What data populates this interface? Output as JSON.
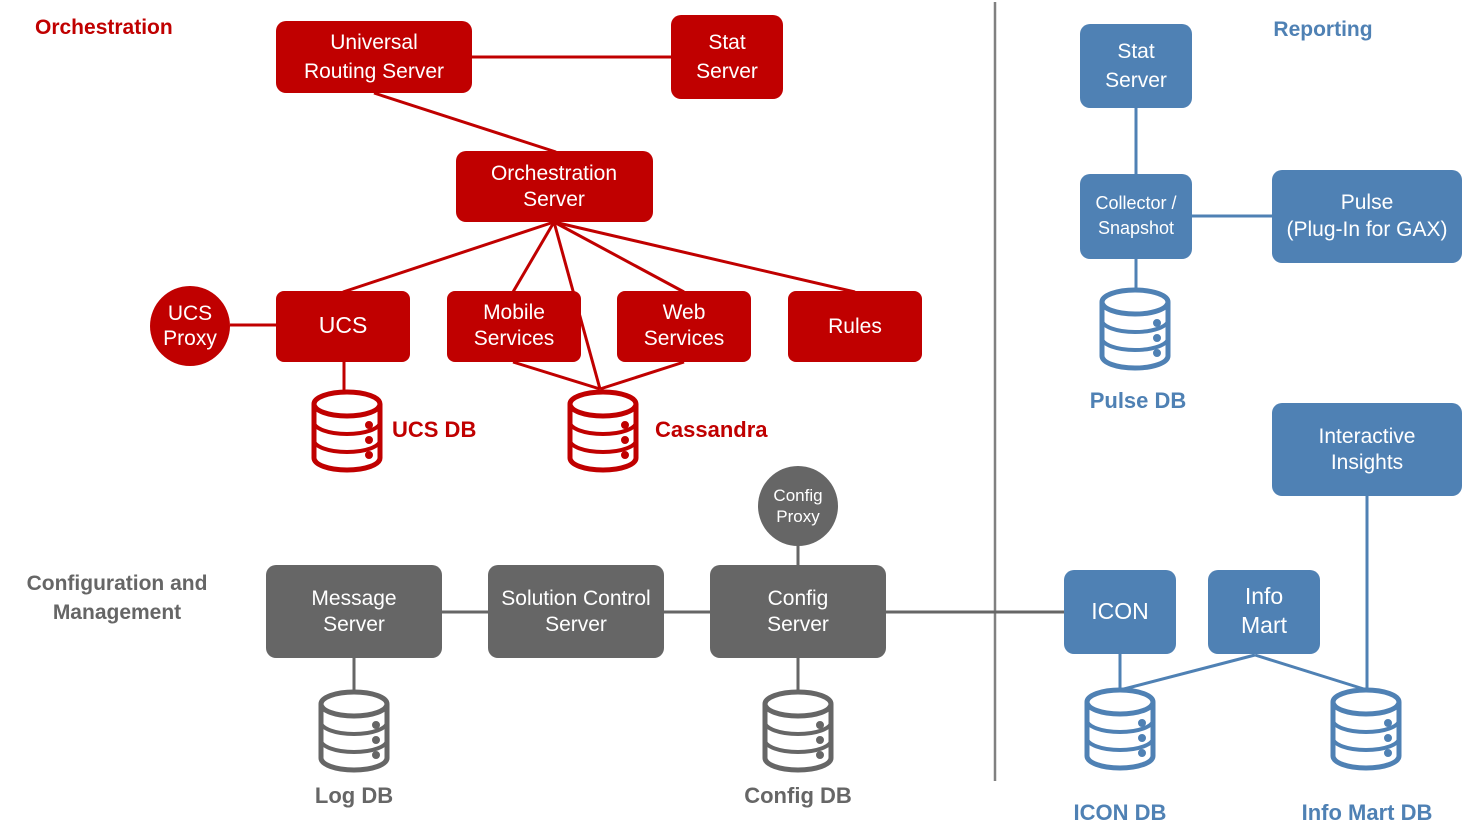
{
  "colors": {
    "orchestration": "#c00000",
    "config": "#666666",
    "reporting": "#4f81b4",
    "divider": "#808080",
    "text_on_node": "#ffffff"
  },
  "sections": {
    "orchestration": "Orchestration",
    "config_line1": "Configuration and",
    "config_line2": "Management",
    "reporting": "Reporting"
  },
  "orchestration": {
    "urs": [
      "Universal",
      "Routing Server"
    ],
    "stat_server": [
      "Stat",
      "Server"
    ],
    "orch_server": [
      "Orchestration",
      "Server"
    ],
    "ucs_proxy": [
      "UCS",
      "Proxy"
    ],
    "ucs": [
      "UCS"
    ],
    "mobile": [
      "Mobile",
      "Services"
    ],
    "web": [
      "Web",
      "Services"
    ],
    "rules": [
      "Rules"
    ],
    "ucs_db": "UCS DB",
    "cassandra": "Cassandra"
  },
  "config": {
    "config_proxy": [
      "Config",
      "Proxy"
    ],
    "message_server": [
      "Message",
      "Server"
    ],
    "scs": [
      "Solution Control",
      "Server"
    ],
    "config_server": [
      "Config",
      "Server"
    ],
    "log_db": "Log DB",
    "config_db": "Config DB"
  },
  "reporting": {
    "stat_server": [
      "Stat",
      "Server"
    ],
    "collector": [
      "Collector /",
      "Snapshot"
    ],
    "pulse": [
      "Pulse",
      "(Plug-In for GAX)"
    ],
    "pulse_db": "Pulse DB",
    "interactive": [
      "Interactive",
      "Insights"
    ],
    "icon": [
      "ICON"
    ],
    "info_mart": [
      "Info",
      "Mart"
    ],
    "icon_db": "ICON DB",
    "info_mart_db": "Info Mart DB"
  }
}
